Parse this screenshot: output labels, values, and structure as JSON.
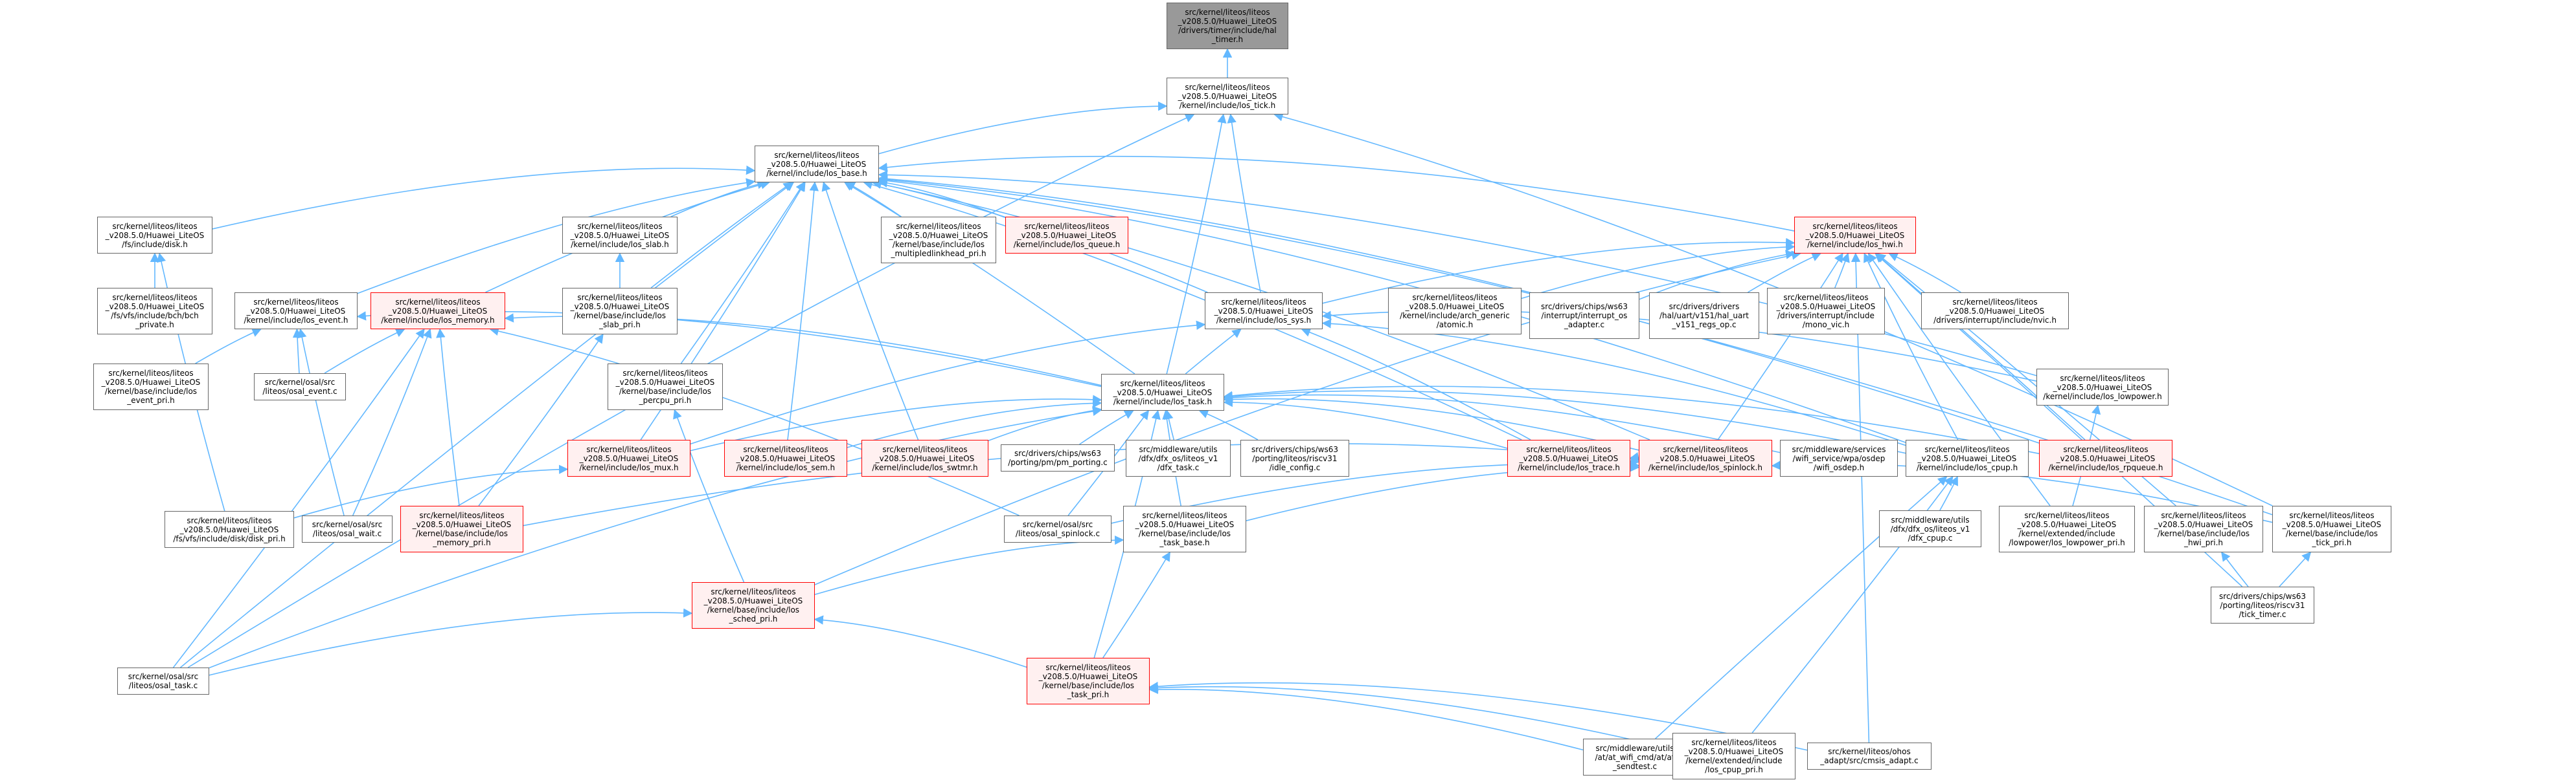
{
  "graph": {
    "type": "include-dependency-graph",
    "edge_color": "#63b8ff",
    "nodes": [
      {
        "id": "hal_timer",
        "label": "src/kernel/liteos/liteos\n_v208.5.0/Huawei_LiteOS\n/drivers/timer/include/hal\n_timer.h",
        "style": "root"
      },
      {
        "id": "los_tick",
        "label": "src/kernel/liteos/liteos\n_v208.5.0/Huawei_LiteOS\n/kernel/include/los_tick.h",
        "style": "normal"
      },
      {
        "id": "los_base",
        "label": "src/kernel/liteos/liteos\n_v208.5.0/Huawei_LiteOS\n/kernel/include/los_base.h",
        "style": "normal"
      },
      {
        "id": "disk",
        "label": "src/kernel/liteos/liteos\n_v208.5.0/Huawei_LiteOS\n/fs/include/disk.h",
        "style": "normal"
      },
      {
        "id": "bch_private",
        "label": "src/kernel/liteos/liteos\n_v208.5.0/Huawei_LiteOS\n/fs/vfs/include/bch/bch\n_private.h",
        "style": "normal"
      },
      {
        "id": "los_event",
        "label": "src/kernel/liteos/liteos\n_v208.5.0/Huawei_LiteOS\n/kernel/include/los_event.h",
        "style": "normal"
      },
      {
        "id": "los_memory",
        "label": "src/kernel/liteos/liteos\n_v208.5.0/Huawei_LiteOS\n/kernel/include/los_memory.h",
        "style": "red"
      },
      {
        "id": "los_slab",
        "label": "src/kernel/liteos/liteos\n_v208.5.0/Huawei_LiteOS\n/kernel/include/los_slab.h",
        "style": "normal"
      },
      {
        "id": "los_slab_pri",
        "label": "src/kernel/liteos/liteos\n_v208.5.0/Huawei_LiteOS\n/kernel/base/include/los\n_slab_pri.h",
        "style": "normal"
      },
      {
        "id": "multipled",
        "label": "src/kernel/liteos/liteos\n_v208.5.0/Huawei_LiteOS\n/kernel/base/include/los\n_multipledlinkhead_pri.h",
        "style": "normal"
      },
      {
        "id": "los_queue",
        "label": "src/kernel/liteos/liteos\n_v208.5.0/Huawei_LiteOS\n/kernel/include/los_queue.h",
        "style": "red"
      },
      {
        "id": "los_hwi",
        "label": "src/kernel/liteos/liteos\n_v208.5.0/Huawei_LiteOS\n/kernel/include/los_hwi.h",
        "style": "red"
      },
      {
        "id": "los_sys",
        "label": "src/kernel/liteos/liteos\n_v208.5.0/Huawei_LiteOS\n/kernel/include/los_sys.h",
        "style": "normal"
      },
      {
        "id": "atomic",
        "label": "src/kernel/liteos/liteos\n_v208.5.0/Huawei_LiteOS\n/kernel/include/arch_generic\n/atomic.h",
        "style": "normal"
      },
      {
        "id": "interrupt_os_adapter",
        "label": "src/drivers/chips/ws63\n/interrupt/interrupt_os\n_adapter.c",
        "style": "normal"
      },
      {
        "id": "hal_uart",
        "label": "src/drivers/drivers\n/hal/uart/v151/hal_uart\n_v151_regs_op.c",
        "style": "normal"
      },
      {
        "id": "mono_vic",
        "label": "src/kernel/liteos/liteos\n_v208.5.0/Huawei_LiteOS\n/drivers/interrupt/include\n/mono_vic.h",
        "style": "normal"
      },
      {
        "id": "nvic",
        "label": "src/kernel/liteos/liteos\n_v208.5.0/Huawei_LiteOS\n/drivers/interrupt/include/nvic.h",
        "style": "normal"
      },
      {
        "id": "event_pri",
        "label": "src/kernel/liteos/liteos\n_v208.5.0/Huawei_LiteOS\n/kernel/base/include/los\n_event_pri.h",
        "style": "normal"
      },
      {
        "id": "osal_event",
        "label": "src/kernel/osal/src\n/liteos/osal_event.c",
        "style": "normal"
      },
      {
        "id": "percpu_pri",
        "label": "src/kernel/liteos/liteos\n_v208.5.0/Huawei_LiteOS\n/kernel/base/include/los\n_percpu_pri.h",
        "style": "normal"
      },
      {
        "id": "los_task",
        "label": "src/kernel/liteos/liteos\n_v208.5.0/Huawei_LiteOS\n/kernel/include/los_task.h",
        "style": "normal"
      },
      {
        "id": "los_lowpower",
        "label": "src/kernel/liteos/liteos\n_v208.5.0/Huawei_LiteOS\n/kernel/include/los_lowpower.h",
        "style": "normal"
      },
      {
        "id": "los_mux",
        "label": "src/kernel/liteos/liteos\n_v208.5.0/Huawei_LiteOS\n/kernel/include/los_mux.h",
        "style": "red"
      },
      {
        "id": "los_sem",
        "label": "src/kernel/liteos/liteos\n_v208.5.0/Huawei_LiteOS\n/kernel/include/los_sem.h",
        "style": "red"
      },
      {
        "id": "los_swtmr",
        "label": "src/kernel/liteos/liteos\n_v208.5.0/Huawei_LiteOS\n/kernel/include/los_swtmr.h",
        "style": "red"
      },
      {
        "id": "pm_porting",
        "label": "src/drivers/chips/ws63\n/porting/pm/pm_porting.c",
        "style": "normal"
      },
      {
        "id": "dfx_task",
        "label": "src/middleware/utils\n/dfx/dfx_os/liteos_v1\n/dfx_task.c",
        "style": "normal"
      },
      {
        "id": "idle_config",
        "label": "src/drivers/chips/ws63\n/porting/liteos/riscv31\n/idle_config.c",
        "style": "normal"
      },
      {
        "id": "los_trace",
        "label": "src/kernel/liteos/liteos\n_v208.5.0/Huawei_LiteOS\n/kernel/include/los_trace.h",
        "style": "red"
      },
      {
        "id": "los_spinlock",
        "label": "src/kernel/liteos/liteos\n_v208.5.0/Huawei_LiteOS\n/kernel/include/los_spinlock.h",
        "style": "red"
      },
      {
        "id": "wifi_osdep",
        "label": "src/middleware/services\n/wifi_service/wpa/osdep\n/wifi_osdep.h",
        "style": "normal"
      },
      {
        "id": "los_cpup",
        "label": "src/kernel/liteos/liteos\n_v208.5.0/Huawei_LiteOS\n/kernel/include/los_cpup.h",
        "style": "normal"
      },
      {
        "id": "los_rpqueue",
        "label": "src/kernel/liteos/liteos\n_v208.5.0/Huawei_LiteOS\n/kernel/include/los_rpqueue.h",
        "style": "red"
      },
      {
        "id": "disk_pri",
        "label": "src/kernel/liteos/liteos\n_v208.5.0/Huawei_LiteOS\n/fs/vfs/include/disk/disk_pri.h",
        "style": "normal"
      },
      {
        "id": "osal_wait",
        "label": "src/kernel/osal/src\n/liteos/osal_wait.c",
        "style": "normal"
      },
      {
        "id": "memory_pri",
        "label": "src/kernel/liteos/liteos\n_v208.5.0/Huawei_LiteOS\n/kernel/base/include/los\n_memory_pri.h",
        "style": "red"
      },
      {
        "id": "osal_spinlock",
        "label": "src/kernel/osal/src\n/liteos/osal_spinlock.c",
        "style": "normal"
      },
      {
        "id": "task_base",
        "label": "src/kernel/liteos/liteos\n_v208.5.0/Huawei_LiteOS\n/kernel/base/include/los\n_task_base.h",
        "style": "normal"
      },
      {
        "id": "dfx_cpup",
        "label": "src/middleware/utils\n/dfx/dfx_os/liteos_v1\n/dfx_cpup.c",
        "style": "normal"
      },
      {
        "id": "lowpower_pri",
        "label": "src/kernel/liteos/liteos\n_v208.5.0/Huawei_LiteOS\n/kernel/extended/include\n/lowpower/los_lowpower_pri.h",
        "style": "normal"
      },
      {
        "id": "hwi_pri",
        "label": "src/kernel/liteos/liteos\n_v208.5.0/Huawei_LiteOS\n/kernel/base/include/los\n_hwi_pri.h",
        "style": "normal"
      },
      {
        "id": "tick_pri",
        "label": "src/kernel/liteos/liteos\n_v208.5.0/Huawei_LiteOS\n/kernel/base/include/los\n_tick_pri.h",
        "style": "normal"
      },
      {
        "id": "sched_pri",
        "label": "src/kernel/liteos/liteos\n_v208.5.0/Huawei_LiteOS\n/kernel/base/include/los\n_sched_pri.h",
        "style": "red"
      },
      {
        "id": "tick_timer",
        "label": "src/drivers/chips/ws63\n/porting/liteos/riscv31\n/tick_timer.c",
        "style": "normal"
      },
      {
        "id": "osal_task",
        "label": "src/kernel/osal/src\n/liteos/osal_task.c",
        "style": "normal"
      },
      {
        "id": "task_pri",
        "label": "src/kernel/liteos/liteos\n_v208.5.0/Huawei_LiteOS\n/kernel/base/include/los\n_task_pri.h",
        "style": "red"
      },
      {
        "id": "at_sendtest",
        "label": "src/middleware/utils\n/at/at_wifi_cmd/at/at\n_sendtest.c",
        "style": "normal"
      },
      {
        "id": "cpup_pri",
        "label": "src/kernel/liteos/liteos\n_v208.5.0/Huawei_LiteOS\n/kernel/extended/include\n/los_cpup_pri.h",
        "style": "normal"
      },
      {
        "id": "cmsis_adapt",
        "label": "src/kernel/liteos/ohos\n_adapt/src/cmsis_adapt.c",
        "style": "normal"
      }
    ],
    "edges": [
      [
        "los_tick",
        "hal_timer"
      ],
      [
        "los_base",
        "los_tick"
      ],
      [
        "los_sys",
        "los_tick"
      ],
      [
        "los_task",
        "los_tick"
      ],
      [
        "osal_task",
        "los_tick"
      ],
      [
        "tick_pri",
        "los_tick"
      ],
      [
        "disk",
        "los_base"
      ],
      [
        "los_event",
        "los_base"
      ],
      [
        "los_memory",
        "los_base"
      ],
      [
        "los_slab",
        "los_base"
      ],
      [
        "los_slab_pri",
        "los_base"
      ],
      [
        "multipled",
        "los_base"
      ],
      [
        "los_queue",
        "los_base"
      ],
      [
        "los_hwi",
        "los_base"
      ],
      [
        "los_sys",
        "los_base"
      ],
      [
        "percpu_pri",
        "los_base"
      ],
      [
        "los_task",
        "los_base"
      ],
      [
        "los_mux",
        "los_base"
      ],
      [
        "los_sem",
        "los_base"
      ],
      [
        "los_swtmr",
        "los_base"
      ],
      [
        "los_trace",
        "los_base"
      ],
      [
        "los_spinlock",
        "los_base"
      ],
      [
        "los_cpup",
        "los_base"
      ],
      [
        "los_lowpower",
        "los_base"
      ],
      [
        "los_rpqueue",
        "los_base"
      ],
      [
        "osal_task",
        "los_base"
      ],
      [
        "tick_pri",
        "los_base"
      ],
      [
        "disk_pri",
        "disk"
      ],
      [
        "bch_private",
        "disk"
      ],
      [
        "los_slab_pri",
        "los_slab"
      ],
      [
        "event_pri",
        "los_event"
      ],
      [
        "osal_event",
        "los_event"
      ],
      [
        "osal_wait",
        "los_event"
      ],
      [
        "los_task",
        "los_event"
      ],
      [
        "osal_event",
        "los_memory"
      ],
      [
        "osal_wait",
        "los_memory"
      ],
      [
        "memory_pri",
        "los_memory"
      ],
      [
        "osal_task",
        "los_memory"
      ],
      [
        "osal_spinlock",
        "los_memory"
      ],
      [
        "los_task",
        "los_memory"
      ],
      [
        "memory_pri",
        "los_slab_pri"
      ],
      [
        "los_sys",
        "los_hwi"
      ],
      [
        "atomic",
        "los_hwi"
      ],
      [
        "interrupt_os_adapter",
        "los_hwi"
      ],
      [
        "hal_uart",
        "los_hwi"
      ],
      [
        "mono_vic",
        "los_hwi"
      ],
      [
        "nvic",
        "los_hwi"
      ],
      [
        "los_spinlock",
        "los_hwi"
      ],
      [
        "los_cpup",
        "los_hwi"
      ],
      [
        "los_rpqueue",
        "los_hwi"
      ],
      [
        "hwi_pri",
        "los_hwi"
      ],
      [
        "lowpower_pri",
        "los_hwi"
      ],
      [
        "tick_timer",
        "los_hwi"
      ],
      [
        "sched_pri",
        "los_hwi"
      ],
      [
        "cmsis_adapt",
        "los_hwi"
      ],
      [
        "los_task",
        "los_sys"
      ],
      [
        "los_mux",
        "los_sys"
      ],
      [
        "los_cpup",
        "los_sys"
      ],
      [
        "los_trace",
        "los_sys"
      ],
      [
        "los_lowpower",
        "los_sys"
      ],
      [
        "los_mux",
        "los_task"
      ],
      [
        "los_sem",
        "los_task"
      ],
      [
        "los_swtmr",
        "los_task"
      ],
      [
        "pm_porting",
        "los_task"
      ],
      [
        "dfx_task",
        "los_task"
      ],
      [
        "idle_config",
        "los_task"
      ],
      [
        "los_trace",
        "los_task"
      ],
      [
        "los_spinlock",
        "los_task"
      ],
      [
        "wifi_osdep",
        "los_task"
      ],
      [
        "los_cpup",
        "los_task"
      ],
      [
        "los_rpqueue",
        "los_task"
      ],
      [
        "osal_spinlock",
        "los_task"
      ],
      [
        "task_base",
        "los_task"
      ],
      [
        "osal_task",
        "los_task"
      ],
      [
        "task_pri",
        "los_task"
      ],
      [
        "lowpower_pri",
        "los_lowpower"
      ],
      [
        "disk_pri",
        "los_mux"
      ],
      [
        "los_spinlock",
        "los_trace"
      ],
      [
        "osal_spinlock",
        "los_spinlock"
      ],
      [
        "task_base",
        "los_spinlock"
      ],
      [
        "memory_pri",
        "los_spinlock"
      ],
      [
        "tick_pri",
        "los_spinlock"
      ],
      [
        "dfx_cpup",
        "los_cpup"
      ],
      [
        "at_sendtest",
        "los_cpup"
      ],
      [
        "cpup_pri",
        "los_cpup"
      ],
      [
        "sched_pri",
        "percpu_pri"
      ],
      [
        "sched_pri",
        "task_base"
      ],
      [
        "task_pri",
        "task_base"
      ],
      [
        "tick_timer",
        "hwi_pri"
      ],
      [
        "tick_timer",
        "tick_pri"
      ],
      [
        "osal_task",
        "sched_pri"
      ],
      [
        "task_pri",
        "sched_pri"
      ],
      [
        "at_sendtest",
        "task_pri"
      ],
      [
        "cpup_pri",
        "task_pri"
      ],
      [
        "cmsis_adapt",
        "task_pri"
      ]
    ]
  }
}
